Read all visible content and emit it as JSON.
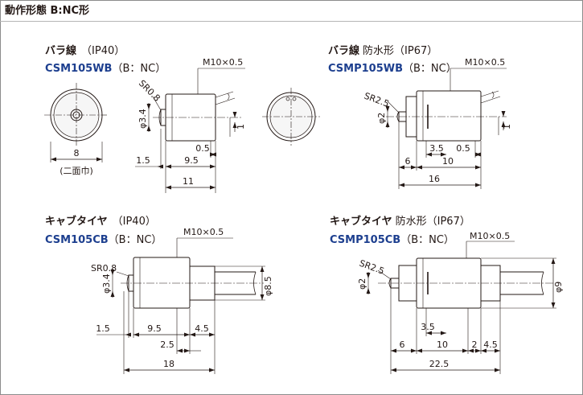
{
  "header": {
    "title": "動作形態 B:NC形"
  },
  "panels": {
    "top_left": {
      "title_bold": "バラ線",
      "title_light": "（IP40）",
      "model": "CSM105WB",
      "model_suffix": "（B：NC）",
      "dims": {
        "thread": "M10×0.5",
        "sr": "SR0.8",
        "phi_shaft": "φ3.4",
        "d_1": "1",
        "d_05": "0.5",
        "d_15": "1.5",
        "d_95": "9.5",
        "d_11": "11",
        "d_8": "8",
        "flats": "(二面巾)"
      }
    },
    "top_right": {
      "title_bold": "バラ線",
      "title_light": "防水形（IP67）",
      "model": "CSMP105WB",
      "model_suffix": "（B：NC）",
      "dims": {
        "thread": "M10×0.5",
        "sr": "SR2.5",
        "phi_shaft": "φ2",
        "d_1": "1",
        "d_35": "3.5",
        "d_05": "0.5",
        "d_6": "6",
        "d_10": "10",
        "d_16": "16"
      }
    },
    "bottom_left": {
      "title_bold": "キャブタイヤ",
      "title_light": "（IP40）",
      "model": "CSM105CB",
      "model_suffix": "（B：NC）",
      "dims": {
        "thread": "M10×0.5",
        "sr": "SR0.8",
        "phi_shaft": "φ3.4",
        "phi_cable": "φ8.5",
        "d_15": "1.5",
        "d_95": "9.5",
        "d_45": "4.5",
        "d_25": "2.5",
        "d_18": "18"
      }
    },
    "bottom_right": {
      "title_bold": "キャブタイヤ",
      "title_light": "防水形（IP67）",
      "model": "CSMP105CB",
      "model_suffix": "（B：NC）",
      "dims": {
        "thread": "M10×0.5",
        "sr": "SR2.5",
        "phi_shaft": "φ2",
        "phi_cable": "φ9",
        "d_35": "3.5",
        "d_6": "6",
        "d_10": "10",
        "d_2": "2",
        "d_45": "4.5",
        "d_225": "22.5"
      }
    }
  }
}
